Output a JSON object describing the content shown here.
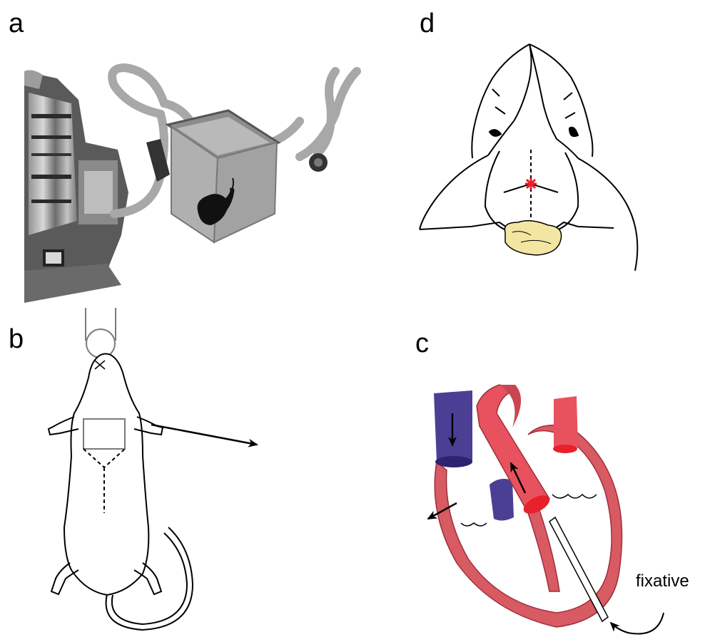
{
  "panels": {
    "a": {
      "label": "a"
    },
    "b": {
      "label": "b"
    },
    "c": {
      "label": "c",
      "annotation": "fixative"
    },
    "d": {
      "label": "d"
    }
  },
  "colors": {
    "artery": "#e8525e",
    "artery_dark": "#b8303c",
    "vein": "#4b3f95",
    "vein_dark": "#2c2470",
    "heart": "#d85a63",
    "line": "#000000",
    "gray": "#7a7a7a",
    "incision": "#e8202a",
    "fat": "#f2e6a2"
  }
}
